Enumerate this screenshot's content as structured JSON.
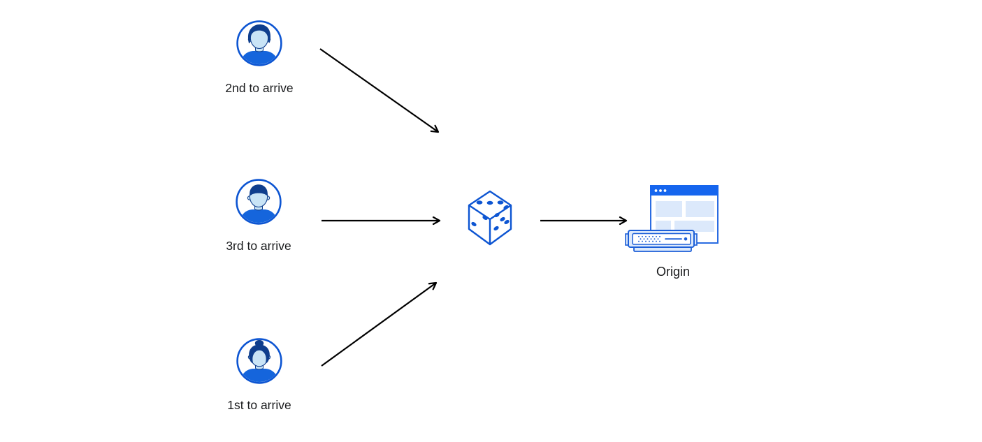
{
  "diagram": {
    "description": "Three requests arriving in different order are randomized (dice) before reaching the origin server",
    "nodes": [
      {
        "id": "user-2nd",
        "label": "2nd to arrive",
        "icon": "avatar-man-swept-hair-icon"
      },
      {
        "id": "user-3rd",
        "label": "3rd to arrive",
        "icon": "avatar-man-short-hair-icon"
      },
      {
        "id": "user-1st",
        "label": "1st to arrive",
        "icon": "avatar-woman-bun-icon"
      },
      {
        "id": "randomizer",
        "label": "",
        "icon": "dice-icon",
        "dice_pips": {
          "top_face": 3,
          "left_face": 2,
          "right_face": 5
        }
      },
      {
        "id": "origin",
        "label": "Origin",
        "icon": "origin-server-icon"
      }
    ],
    "edges": [
      {
        "from": "user-2nd",
        "to": "randomizer"
      },
      {
        "from": "user-3rd",
        "to": "randomizer"
      },
      {
        "from": "user-1st",
        "to": "randomizer"
      },
      {
        "from": "randomizer",
        "to": "origin"
      }
    ],
    "colors": {
      "icon_blue": "#0d55d2",
      "hair_navy": "#0f3e8d",
      "skin_light_blue": "#c9e4f6",
      "shirt_blue": "#1565dc",
      "browser_header_blue": "#1565ee",
      "browser_border_blue": "#2a6ce2",
      "panel_light_blue": "#dce9fb",
      "server_border_blue": "#1c5fd8",
      "arrow_black": "#000000",
      "background": "#ffffff",
      "label_text": "#18191b"
    }
  }
}
